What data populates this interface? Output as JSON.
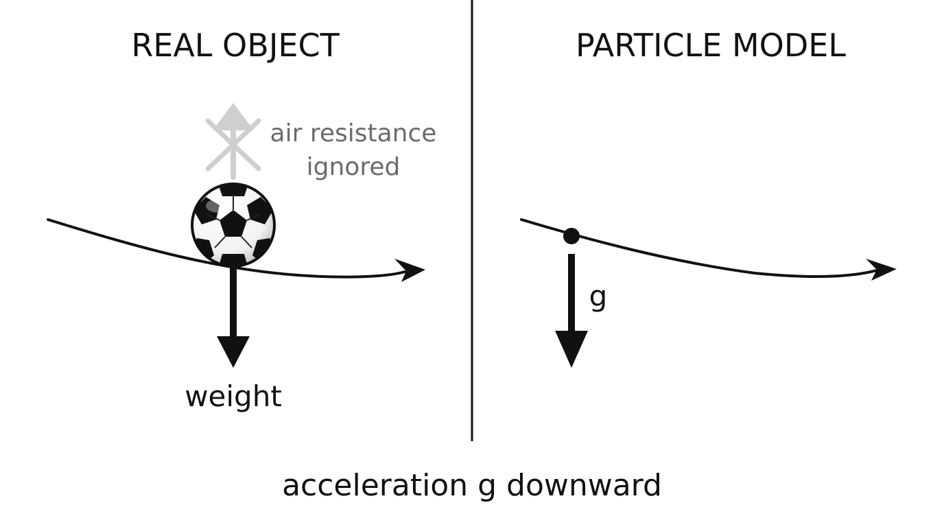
{
  "panels": {
    "left_title": "REAL OBJECT",
    "right_title": "PARTICLE MODEL"
  },
  "labels": {
    "air_resistance_line1": "air resistance",
    "air_resistance_line2": "ignored",
    "weight": "weight",
    "g": "g"
  },
  "caption": "acceleration g downward",
  "colors": {
    "ink": "#111111",
    "muted_text": "#6b6b6b",
    "faded_arrow": "#cfcfcf"
  },
  "icons": {
    "ball": "soccer-ball-icon",
    "particle": "point-mass-dot"
  }
}
